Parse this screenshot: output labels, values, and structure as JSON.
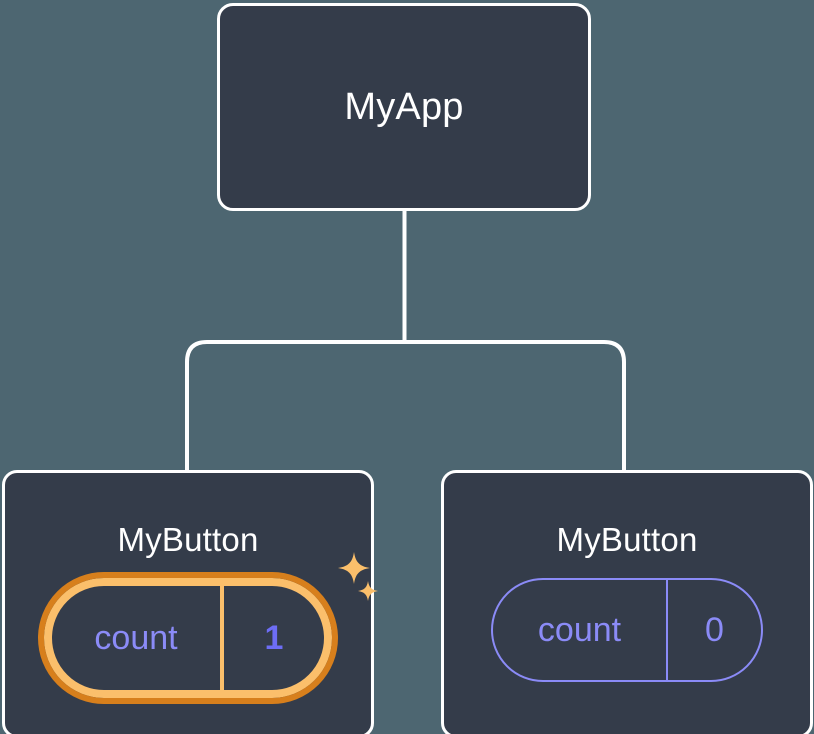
{
  "diagram": {
    "type": "component-tree",
    "title_visible": false,
    "background_color": "#4d6671",
    "node_fill_color": "#343c4a",
    "node_border_color": "#ffffff",
    "connector_color": "#ffffff",
    "accent_highlight_outer": "#d77f1c",
    "accent_highlight_inner": "#fbbf6b",
    "accent_state_color": "#8b8bf7",
    "accent_state_value_color": "#6d6df5"
  },
  "root": {
    "label": "MyApp"
  },
  "children": [
    {
      "label": "MyButton",
      "state": {
        "key": "count",
        "value": "1"
      },
      "highlighted": true,
      "sparkle_icons": [
        "sparkle-large-icon",
        "sparkle-small-icon"
      ]
    },
    {
      "label": "MyButton",
      "state": {
        "key": "count",
        "value": "0"
      },
      "highlighted": false,
      "sparkle_icons": []
    }
  ]
}
